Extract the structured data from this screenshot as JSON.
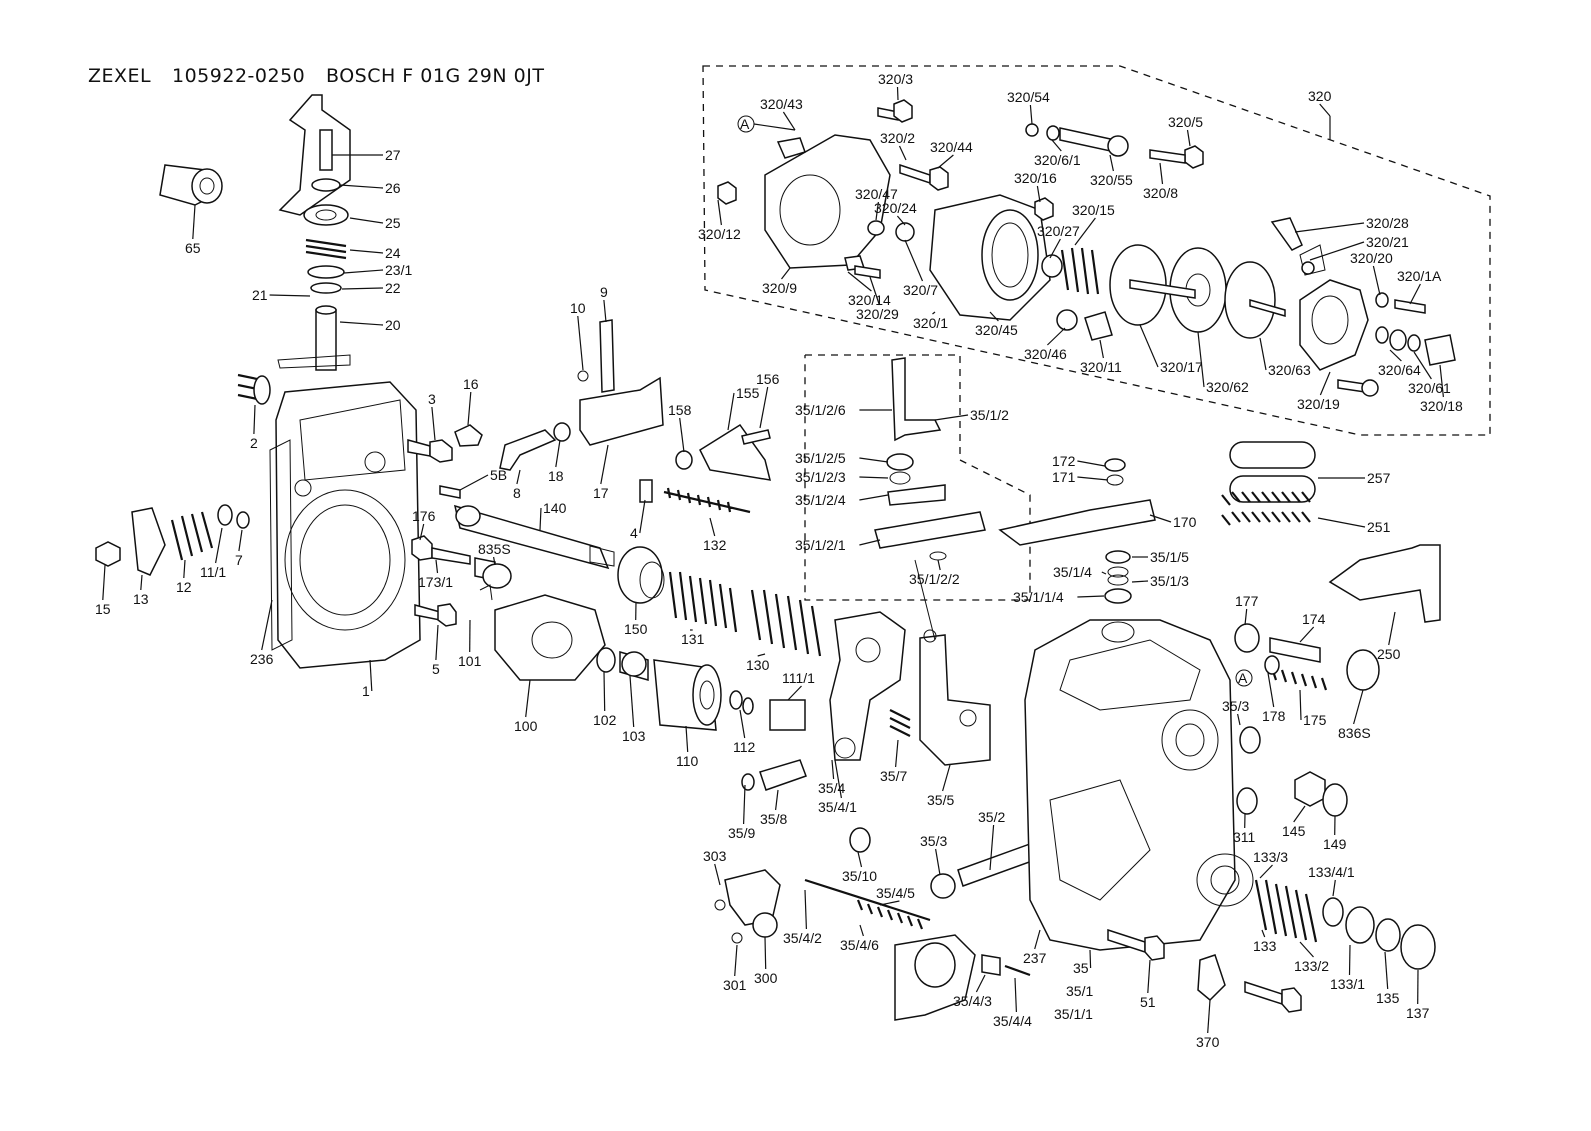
{
  "header": {
    "brand": "ZEXEL",
    "zexel_number": "105922-0250",
    "bosch_number": "BOSCH F 01G 29N 0JT"
  },
  "part_labels": [
    "27",
    "26",
    "25",
    "24",
    "23/1",
    "22",
    "21",
    "20",
    "65",
    "2",
    "3",
    "16",
    "1",
    "5",
    "15",
    "13",
    "12",
    "11/1",
    "7",
    "176",
    "173/1",
    "835S",
    "140",
    "5B",
    "8",
    "18",
    "17",
    "10",
    "9",
    "158",
    "155",
    "156",
    "4",
    "132",
    "236",
    "101",
    "100",
    "102",
    "103",
    "150",
    "131",
    "130",
    "110",
    "112",
    "111/1",
    "35/9",
    "35/8",
    "35/4",
    "35/4/1",
    "35/7",
    "35/5",
    "35/10",
    "35/3",
    "35/2",
    "303",
    "301",
    "300",
    "35/4/2",
    "35/4/6",
    "35/4/5",
    "35/4/3",
    "35/4/4",
    "237",
    "35",
    "35/1",
    "35/1/1",
    "51",
    "370",
    "35/1/2/6",
    "35/1/2",
    "35/1/2/5",
    "35/1/2/3",
    "35/1/2/4",
    "35/1/2/1",
    "35/1/2/2",
    "172",
    "171",
    "170",
    "35/1/5",
    "35/1/4",
    "35/1/3",
    "35/1/1/4",
    "257",
    "251",
    "250",
    "177",
    "174",
    "175",
    "836S",
    "178",
    "35/3",
    "145",
    "149",
    "311",
    "133/3",
    "133/4/1",
    "133",
    "133/2",
    "133/1",
    "135",
    "137",
    "320",
    "320/3",
    "320/43",
    "320/2",
    "320/44",
    "320/54",
    "320/5",
    "320/6/1",
    "320/55",
    "320/8",
    "320/16",
    "320/15",
    "320/47",
    "320/24",
    "320/12",
    "320/27",
    "320/28",
    "320/21",
    "320/20",
    "320/1A",
    "320/9",
    "320/14",
    "320/7",
    "320/29",
    "320/1",
    "320/45",
    "320/46",
    "320/11",
    "320/17",
    "320/62",
    "320/63",
    "320/64",
    "320/61",
    "320/18",
    "320/19"
  ],
  "marker": "A"
}
